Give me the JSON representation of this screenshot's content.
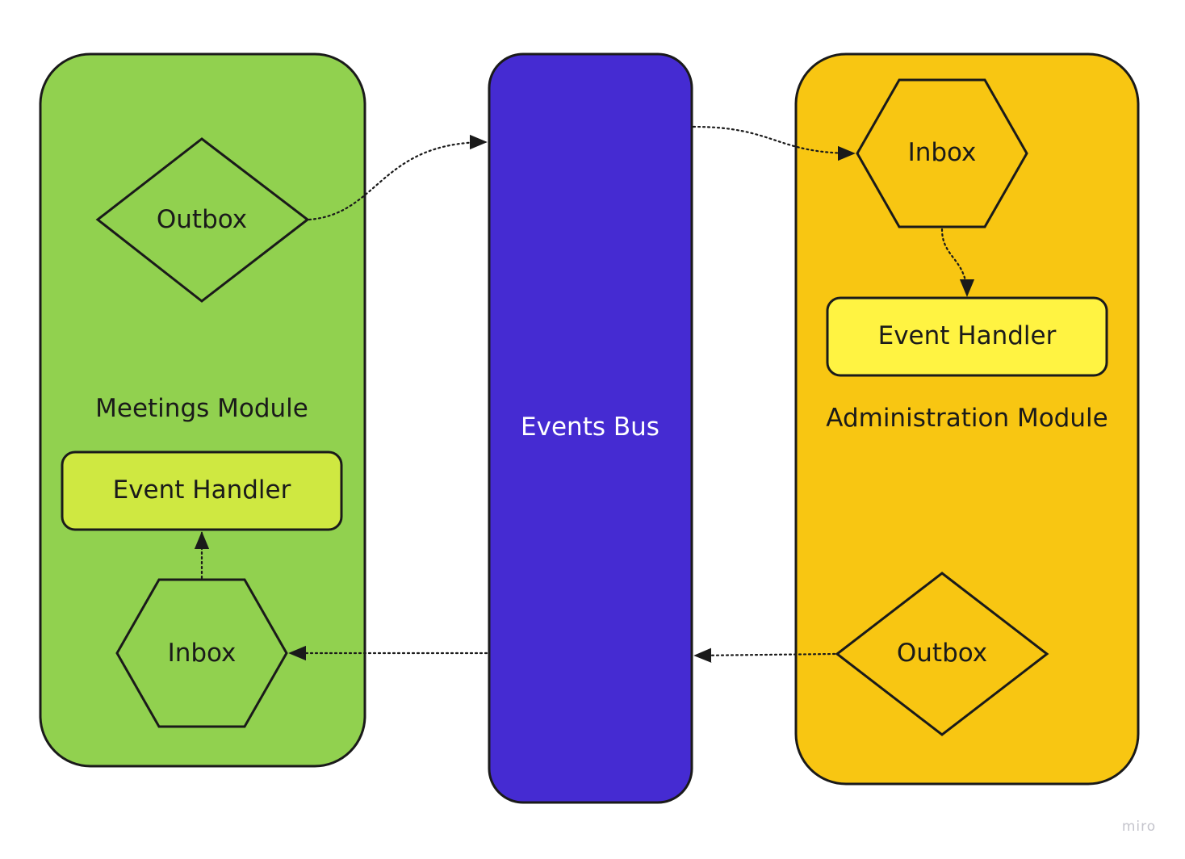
{
  "colors": {
    "meetings_fill": "#91d14f",
    "meetings_handler_fill": "#cfe841",
    "bus_fill": "#452bd2",
    "admin_fill": "#f8c612",
    "admin_handler_fill": "#fff342",
    "stroke": "#1a1a1a",
    "text": "#1a1a1a",
    "bus_text": "#ffffff"
  },
  "meetings": {
    "title": "Meetings Module",
    "outbox": "Outbox",
    "handler": "Event Handler",
    "inbox": "Inbox"
  },
  "bus": {
    "title": "Events Bus"
  },
  "admin": {
    "title": "Administration Module",
    "inbox": "Inbox",
    "handler": "Event Handler",
    "outbox": "Outbox"
  },
  "watermark": "miro"
}
